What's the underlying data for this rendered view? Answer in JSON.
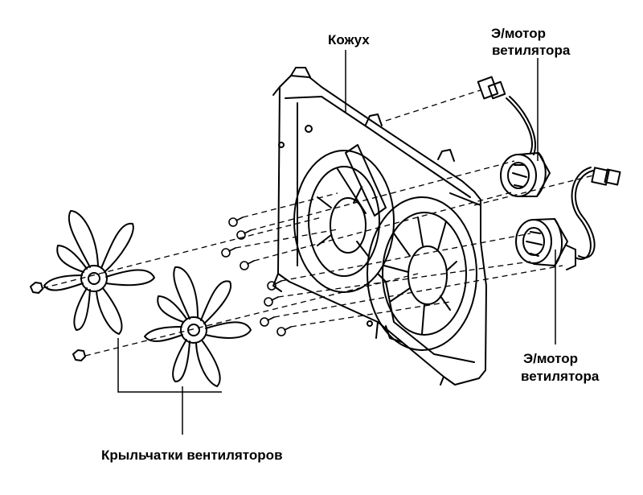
{
  "labels": {
    "shroud": "Кожух",
    "motor_top_line1": "Э/мотор",
    "motor_top_line2": "ветилятора",
    "motor_bottom_line1": "Э/мотор",
    "motor_bottom_line2": "ветилятора",
    "fans": "Крыльчатки вентиляторов"
  },
  "colors": {
    "line": "#000000",
    "background": "#ffffff"
  }
}
